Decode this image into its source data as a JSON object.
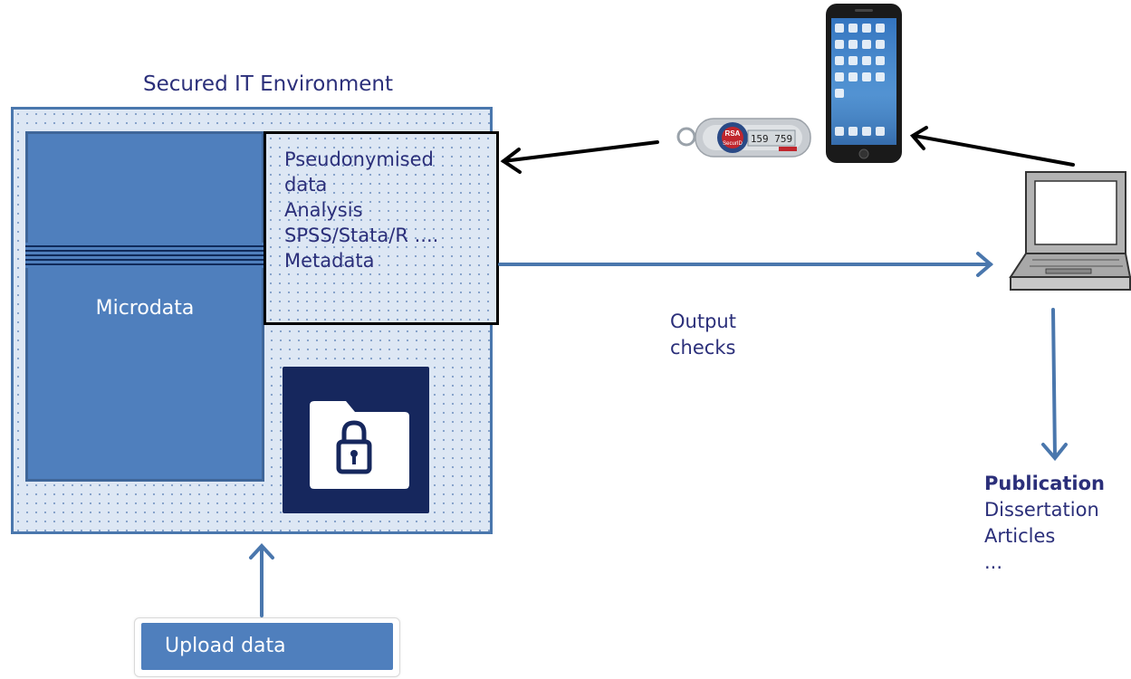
{
  "environment": {
    "title": "Secured IT Environment",
    "microdata_label": "Microdata",
    "pseudo_lines": [
      "Pseudonymised",
      "data",
      "Analysis",
      "SPSS/Stata/R ....",
      "Metadata"
    ]
  },
  "upload": {
    "label": "Upload data"
  },
  "output": {
    "line1": "Output",
    "line2": "checks"
  },
  "publication": {
    "heading": "Publication",
    "items": [
      "Dissertation",
      "Articles",
      "..."
    ]
  },
  "token": {
    "brand": "RSA",
    "product": "SecurID",
    "code": "159 759"
  },
  "icons": [
    "folder-lock-icon",
    "rsa-token-icon",
    "smartphone-icon",
    "laptop-icon"
  ],
  "colors": {
    "navy": "#16275d",
    "blue": "#4f7fbd",
    "arrow_blue": "#4a77ad",
    "text": "#2b2f7a"
  }
}
